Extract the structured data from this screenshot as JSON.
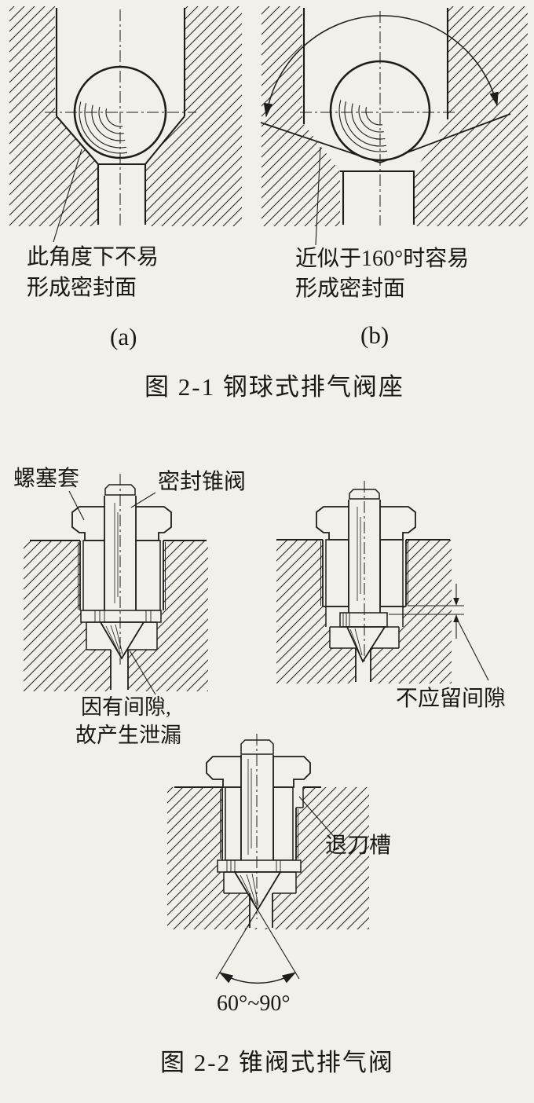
{
  "page": {
    "background": "#f2f0ea",
    "ink": "#1d1d1b",
    "description_names": {
      "figure1": "steel-ball exhaust valve seat",
      "figure2": "cone-valve exhaust valve"
    }
  },
  "figure_2_1": {
    "caption": "图 2-1 钢球式排气阀座",
    "panel_a": {
      "label": "(a)",
      "annotation_line1": "此角度下不易",
      "annotation_line2": "形成密封面"
    },
    "panel_b": {
      "label": "(b)",
      "annotation_line1": "近似于160°时容易",
      "annotation_line2": "形成密封面"
    }
  },
  "figure_2_2": {
    "caption": "图 2-2 锥阀式排气阀",
    "labels": {
      "plug_sleeve": "螺塞套",
      "sealing_cone_valve": "密封锥阀",
      "leak_note_line1": "因有间隙,",
      "leak_note_line2": "故产生泄漏",
      "no_gap_note": "不应留间隙",
      "undercut_groove": "退刀槽",
      "cone_angle": "60°~90°"
    }
  }
}
